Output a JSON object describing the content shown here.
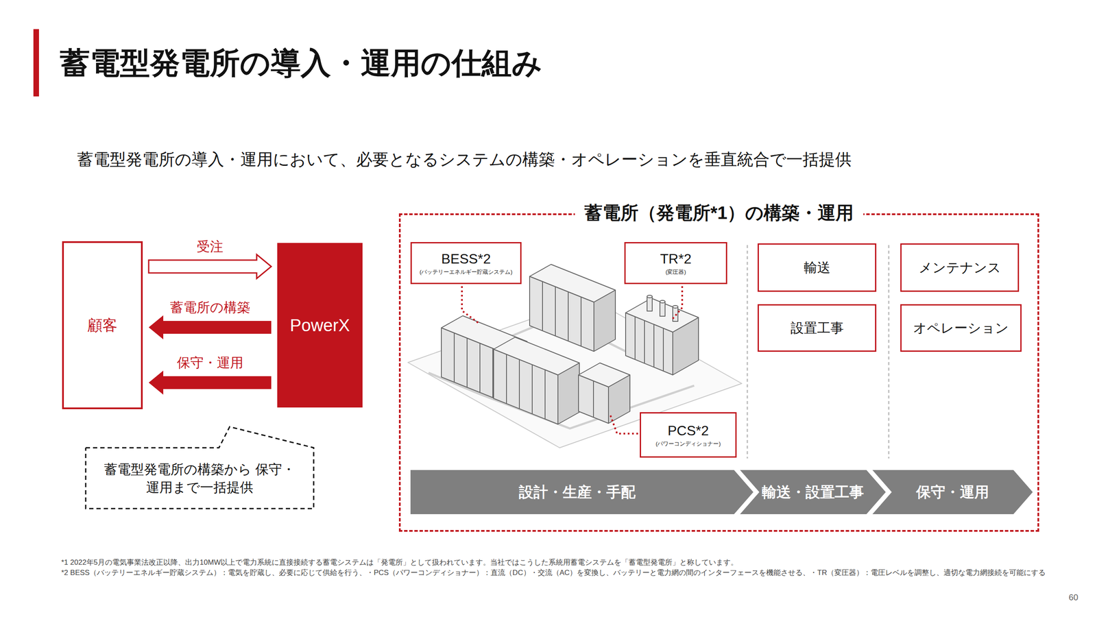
{
  "diagram": {
    "title": "蓄電型発電所の導入・運用の仕組み",
    "nodes": [
      {
        "text": [
          "顧客"
        ]
      },
      {
        "text": [
          "PowerX"
        ]
      },
      {
        "text": [
          "蓄電型発電所の構築から 保守・運用まで一括提供"
        ]
      },
      {
        "text": [
          "蓄電所（発電所*1）の構築・運用"
        ]
      },
      {
        "text": [
          "BESS*2",
          "(バッテリーエネルギー貯蔵システム)"
        ],
        "in": 3
      },
      {
        "text": [
          "TR*2",
          "(変圧器)"
        ],
        "in": 3
      },
      {
        "text": [
          "輸送"
        ],
        "in": 3
      },
      {
        "text": [
          "メンテナンス"
        ],
        "in": 3
      },
      {
        "text": [
          "設置工事"
        ],
        "in": 3
      },
      {
        "text": [
          "オペレーション"
        ],
        "in": 3
      },
      {
        "text": [
          "PCS*2",
          "(パワーコンディショナー)"
        ],
        "in": 3
      },
      {
        "text": [
          "設計・生産・手配"
        ],
        "in": 3
      },
      {
        "text": [
          "輸送・設置工事"
        ],
        "in": 3
      },
      {
        "text": [
          "保守・運用"
        ],
        "in": 3
      }
    ],
    "edges": [
      {
        "from": 0,
        "to": 1,
        "label": "受注",
        "arrow": "to"
      },
      {
        "from": 1,
        "to": 0,
        "label": "蓄電所の構築",
        "arrow": "to"
      },
      {
        "from": 1,
        "to": 0,
        "label": "保守・運用",
        "arrow": "to"
      }
    ],
    "labels": [
      "蓄電型発電所の導入・運用において、必要となるシステムの構築・オペレーションを垂直統合で一括提供",
      "*1 2022年5月の電気事業法改正以降、出力10MW以上で電力系統に直接接続する蓄電システムは「発電所」として扱われています。当社ではこうした系統用蓄電システムを「蓄電型発電所」と称しています。",
      "*2 BESS（バッテリーエネルギー貯蔵システム）：電気を貯蔵し、必要に応じて供給を行う、・PCS（パワーコンディショナー）：直流（DC）・交流（AC）を変換し、バッテリーと電力網の間のインターフェースを機能させる、・TR（変圧器）：電圧レベルを調整し、適切な電力網接続を可能にする",
      "60"
    ]
  }
}
